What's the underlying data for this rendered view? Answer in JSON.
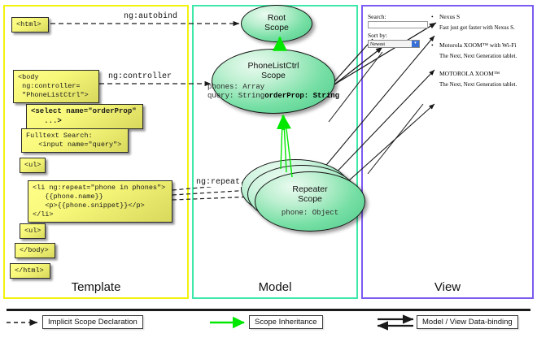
{
  "panels": {
    "template": {
      "label": "Template",
      "border_color": "#f2f20d"
    },
    "model": {
      "label": "Model",
      "border_color": "#3de8a8"
    },
    "view": {
      "label": "View",
      "border_color": "#7b5bf0"
    }
  },
  "template_boxes": [
    {
      "name": "html-open",
      "text": "<html>"
    },
    {
      "name": "body-open",
      "text": "<body\n ng:controller=\n \"PhoneListCtrl\">"
    },
    {
      "name": "select-tag",
      "text": "<select name=\"orderProp\"\n   ...>"
    },
    {
      "name": "fulltext",
      "text": "Fulltext Search:\n   <input name=\"query\">"
    },
    {
      "name": "ul-open",
      "text": "<ul>"
    },
    {
      "name": "li-repeat",
      "text": "<li ng:repeat=\"phone in phones\">\n   {{phone.name}}\n   <p>{{phone.snippet}}</p>\n</li>"
    },
    {
      "name": "ul-close",
      "text": "<ul>"
    },
    {
      "name": "body-close",
      "text": "</body>"
    },
    {
      "name": "html-close",
      "text": "</html>"
    }
  ],
  "edge_labels": {
    "autobind": "ng:autobind",
    "controller": "ng:controller",
    "repeat": "ng:repeat"
  },
  "scopes": {
    "root": {
      "title": "Root\nScope",
      "title_line1": "Root",
      "title_line2": "Scope",
      "props": ""
    },
    "phonelist": {
      "title_line1": "PhoneListCtrl",
      "title_line2": "Scope",
      "props_plain": "phones: Array\nquery: String",
      "props_bold": "orderProp: String"
    },
    "repeater": {
      "title_line1": "Repeater",
      "title_line2": "Scope",
      "props": "phone: Object"
    }
  },
  "view": {
    "search_label": "Search:",
    "search_value": "",
    "search_placeholder": "",
    "sort_label": "Sort by:",
    "sort_value": "Newest",
    "sort_options": [
      "Newest"
    ],
    "phones": [
      {
        "title": "Nexus S",
        "snippet": "Fast just got faster with Nexus S."
      },
      {
        "title": "Motorola XOOM™  with Wi-Fi",
        "snippet": "The Next, Next Generation tablet."
      },
      {
        "title": "MOTOROLA XOOM™",
        "snippet": "The Next, Next Generation tablet."
      }
    ],
    "bullet": "•"
  },
  "legend": [
    {
      "name": "implicit-scope-declaration",
      "label": "Implicit Scope Declaration",
      "arrow": "dashed-black"
    },
    {
      "name": "scope-inheritance",
      "label": "Scope Inheritance",
      "arrow": "solid-green"
    },
    {
      "name": "model-view-data-binding",
      "label": "Model / View Data-binding",
      "arrow": "double-black"
    }
  ],
  "colors": {
    "green_arrow": "#00e800",
    "box_yellow": "#f7f77a",
    "scope_green": "#76dfa4",
    "line_black": "#1a1a1a"
  }
}
